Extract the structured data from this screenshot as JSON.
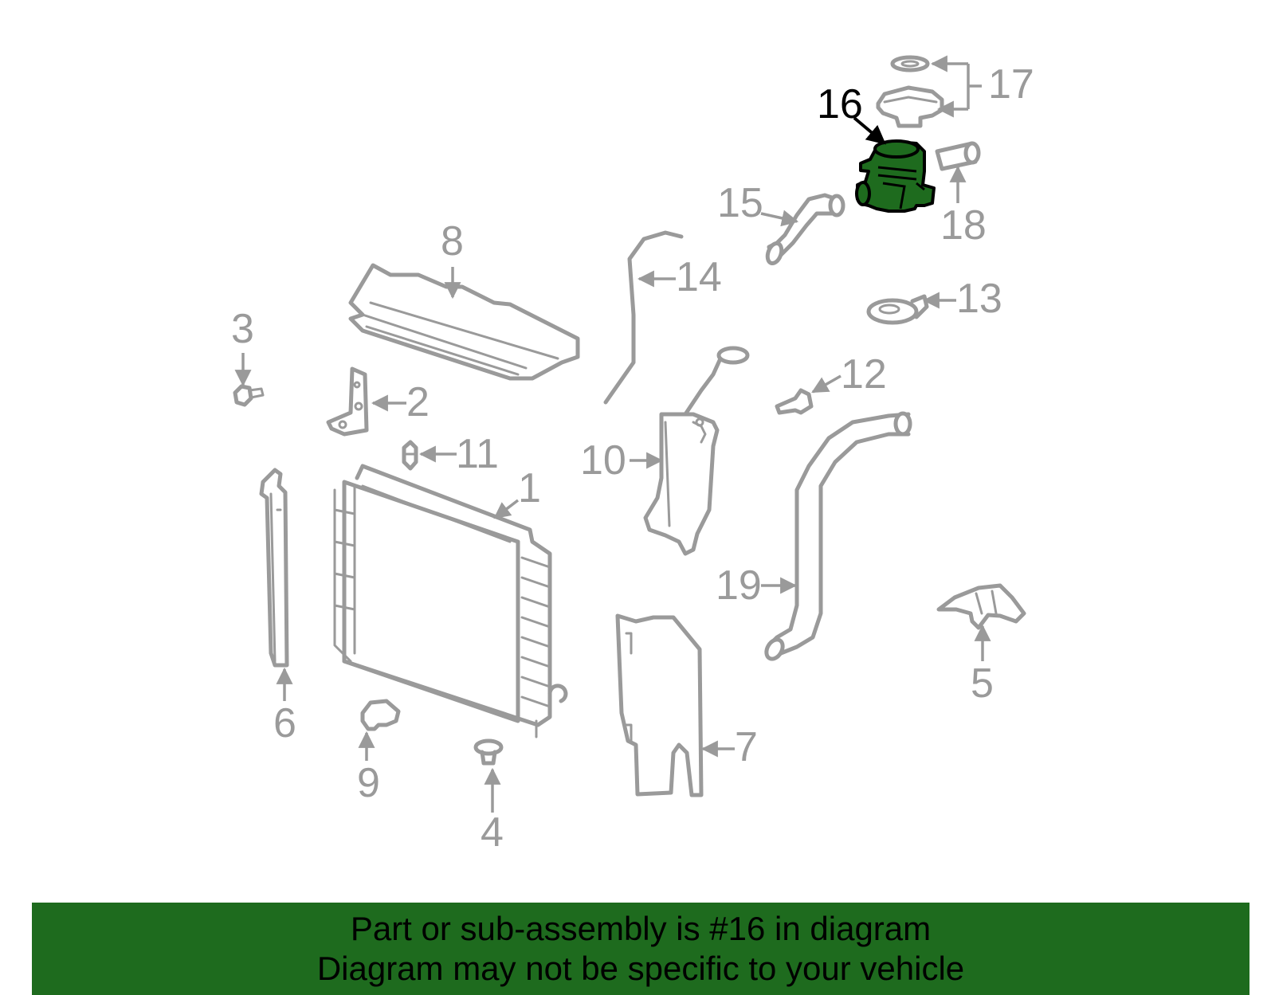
{
  "diagram": {
    "highlighted_part": "16",
    "callouts": [
      "1",
      "2",
      "3",
      "4",
      "5",
      "6",
      "7",
      "8",
      "9",
      "10",
      "11",
      "12",
      "13",
      "14",
      "15",
      "16",
      "17",
      "18",
      "19"
    ],
    "highlight_color": "#1e6b1e",
    "part_color": "#9a9a9a"
  },
  "banner": {
    "line1": "Part or sub-assembly is #16 in diagram",
    "line2": "Diagram may not be specific to your vehicle",
    "background": "#1e6b1e"
  }
}
